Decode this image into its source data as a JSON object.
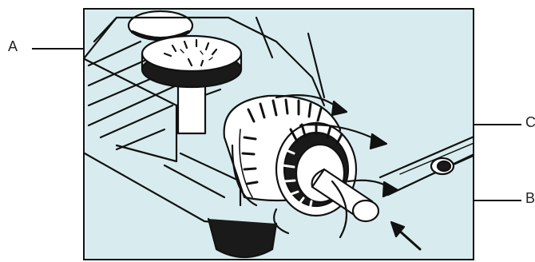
{
  "labels": {
    "a": "A",
    "b": "B",
    "c": "C"
  },
  "colors": {
    "background": "#d8ecef",
    "ink": "#111111",
    "frame": "#111111"
  }
}
